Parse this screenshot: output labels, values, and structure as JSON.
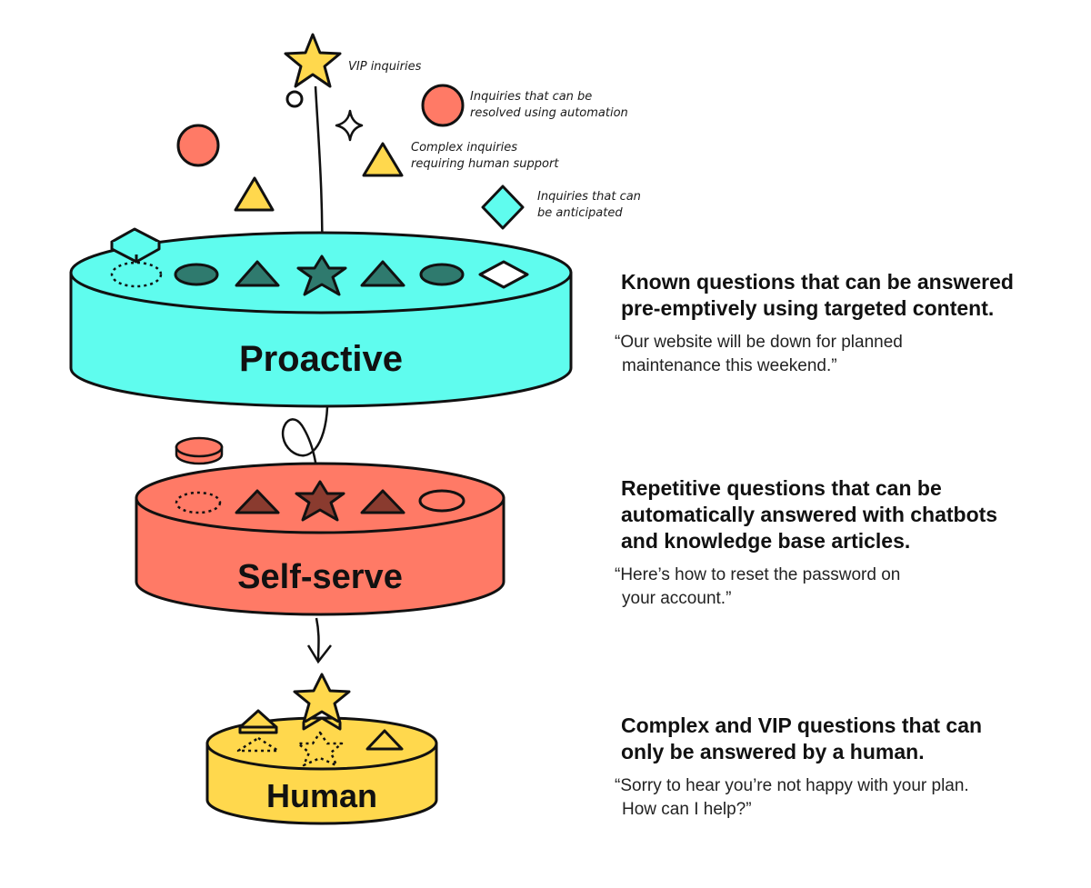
{
  "legend": [
    {
      "shape": "star-icon",
      "label": "VIP inquiries"
    },
    {
      "shape": "circle-icon",
      "label_lines": [
        "Inquiries that can be",
        "resolved using automation"
      ]
    },
    {
      "shape": "triangle-icon",
      "label_lines": [
        "Complex inquiries",
        "requiring human support"
      ]
    },
    {
      "shape": "diamond-icon",
      "label_lines": [
        "Inquiries that can",
        "be anticipated"
      ]
    }
  ],
  "tiers": [
    {
      "name": "Proactive",
      "color": "#5ffcee"
    },
    {
      "name": "Self-serve",
      "color": "#ff7a66"
    },
    {
      "name": "Human",
      "color": "#ffd84d"
    }
  ],
  "descriptions": [
    {
      "heading_lines": [
        "Known questions that can be answered",
        "pre-emptively using targeted content."
      ],
      "quote_lines": [
        "“Our website will be down for planned",
        "maintenance this weekend.”"
      ]
    },
    {
      "heading_lines": [
        "Repetitive questions that can be",
        "automatically answered with chatbots",
        "and knowledge base articles."
      ],
      "quote_lines": [
        "“Here’s how to reset the password on",
        "your account.”"
      ]
    },
    {
      "heading_lines": [
        "Complex and VIP questions that can",
        "only be answered by a human."
      ],
      "quote_lines": [
        "“Sorry to hear you’re not happy with your plan.",
        "How can I help?”"
      ]
    }
  ],
  "colors": {
    "star": "#ffd84d",
    "circle": "#ff7a66",
    "triangle": "#ffd84d",
    "diamond": "#5ffcee",
    "outline": "#111111",
    "proactive_marks": "#2f7a6e",
    "selfserve_marks": "#8a3b2f"
  }
}
